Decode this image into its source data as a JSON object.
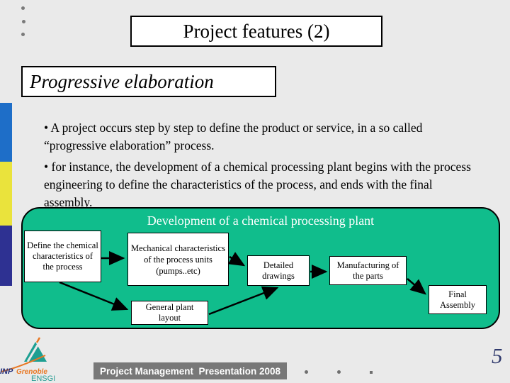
{
  "slide": {
    "title": "Project features (2)",
    "subtitle": "Progressive elaboration",
    "bullets": [
      "• A project occurs step by step to define the product or service, in a so called “progressive elaboration” process.",
      "• for instance, the development of a chemical processing plant begins with the process engineering to define the characteristics of the process, and ends with the final assembly."
    ],
    "page_number": "5"
  },
  "diagram": {
    "title": "Development of a chemical processing plant",
    "nodes": [
      {
        "id": "define",
        "label": "Define the chemical characteristics of the process"
      },
      {
        "id": "mechanical",
        "label": "Mechanical characteristics of the process units (pumps..etc)"
      },
      {
        "id": "detailed",
        "label": "Detailed drawings"
      },
      {
        "id": "manufacturing",
        "label": "Manufacturing of the parts"
      },
      {
        "id": "final",
        "label": "Final Assembly"
      },
      {
        "id": "layout",
        "label": "General plant layout"
      }
    ],
    "edges": [
      [
        "define",
        "mechanical"
      ],
      [
        "define",
        "layout"
      ],
      [
        "mechanical",
        "detailed"
      ],
      [
        "layout",
        "detailed"
      ],
      [
        "detailed",
        "manufacturing"
      ],
      [
        "manufacturing",
        "final"
      ]
    ]
  },
  "footer": {
    "text": "Project Management  Presentation 2008"
  },
  "logo": {
    "inp": "INP",
    "grenoble": "Grenoble",
    "ensgi": "ENSGI"
  },
  "decor": {
    "top_left_dots": 3,
    "footer_dots": 3
  },
  "colors": {
    "background": "#eaeaea",
    "green_panel": "#10bd8c",
    "bar_blue": "#1e6ec8",
    "bar_yellow": "#eae33c",
    "bar_navy": "#2e3192",
    "footer_gray": "#787878",
    "page_number_navy": "#303a6d",
    "logo_teal": "#1d9f92",
    "logo_orange": "#e87722"
  }
}
